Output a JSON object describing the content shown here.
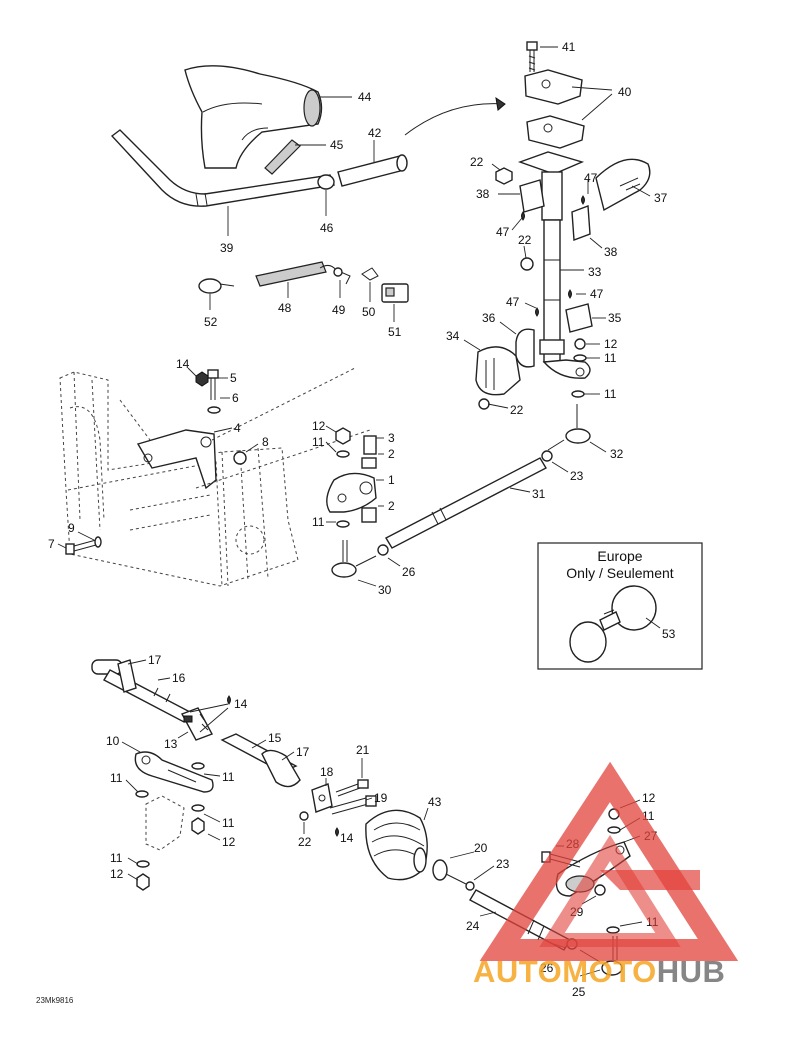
{
  "diagram": {
    "part_labels": [
      "1",
      "2",
      "2",
      "3",
      "4",
      "5",
      "6",
      "7",
      "8",
      "9",
      "10",
      "11",
      "11",
      "11",
      "11",
      "11",
      "11",
      "11",
      "11",
      "11",
      "11",
      "12",
      "12",
      "12",
      "12",
      "12",
      "13",
      "14",
      "14",
      "14",
      "15",
      "16",
      "17",
      "17",
      "18",
      "19",
      "20",
      "21",
      "22",
      "22",
      "22",
      "22",
      "23",
      "23",
      "24",
      "25",
      "26",
      "26",
      "27",
      "28",
      "29",
      "30",
      "31",
      "32",
      "33",
      "34",
      "35",
      "36",
      "37",
      "38",
      "38",
      "39",
      "40",
      "41",
      "42",
      "43",
      "44",
      "45",
      "46",
      "47",
      "47",
      "47",
      "47",
      "48",
      "49",
      "50",
      "51",
      "52",
      "53"
    ],
    "inset": {
      "title_line1": "Europe",
      "title_line2": "Only / Seulement",
      "part_label": "53"
    },
    "document_code": "23Mk9816"
  },
  "watermark": {
    "text_auto": "AUTO",
    "text_moto": "MOTO",
    "text_hub": "HUB",
    "color_orange": "#f5a623",
    "color_red": "#e2433c",
    "color_grey": "#7a7a7a"
  }
}
